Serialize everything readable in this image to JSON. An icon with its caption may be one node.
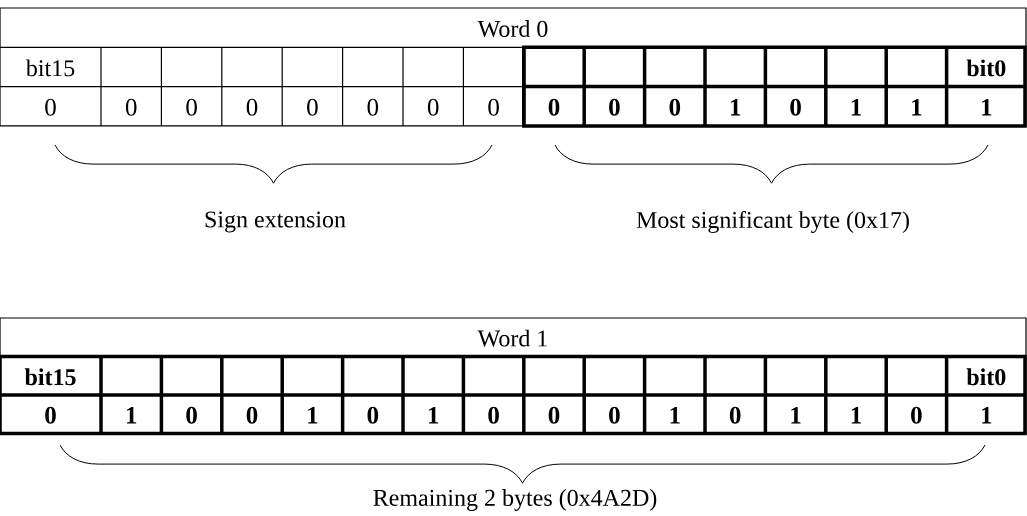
{
  "diagram": {
    "labels": [
      "Word 0",
      "bit15",
      "bit0",
      "0",
      "0",
      "0",
      "0",
      "0",
      "0",
      "0",
      "0",
      "0",
      "0",
      "0",
      "1",
      "0",
      "1",
      "1",
      "1",
      "Sign extension",
      "Most significant byte (0x17)",
      "Word 1",
      "bit15",
      "bit0",
      "0",
      "1",
      "0",
      "0",
      "1",
      "0",
      "1",
      "0",
      "0",
      "0",
      "1",
      "0",
      "1",
      "1",
      "0",
      "1",
      "Remaining 2 bytes (0x4A2D)"
    ]
  }
}
